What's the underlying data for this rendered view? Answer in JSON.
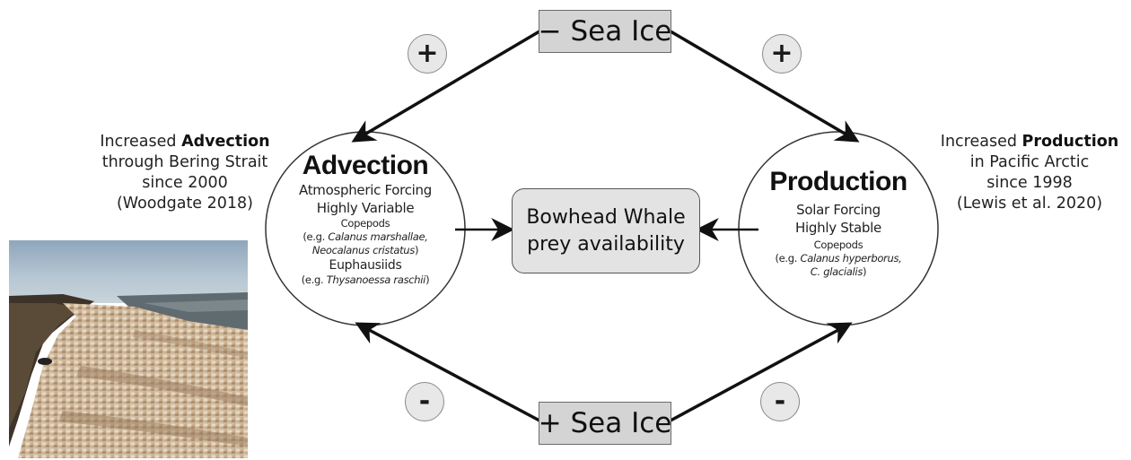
{
  "top_box": {
    "label": "− Sea Ice"
  },
  "bottom_box": {
    "label": "+ Sea Ice"
  },
  "signs": {
    "top_left": "+",
    "top_right": "+",
    "bottom_left": "-",
    "bottom_right": "-"
  },
  "advection_node": {
    "title": "Advection",
    "line1": "Atmospheric Forcing",
    "line2": "Highly Variable",
    "line3": "Copepods",
    "example1_prefix": "(e.g. ",
    "example1_species": "Calanus marshallae,",
    "example1_species2": "Neocalanus cristatus",
    "example1_suffix": ")",
    "line4": "Euphausiids",
    "example2_prefix": "(e.g. ",
    "example2_species": "Thysanoessa raschii",
    "example2_suffix": ")"
  },
  "production_node": {
    "title": "Production",
    "line1": "Solar Forcing",
    "line2": "Highly Stable",
    "line3": "Copepods",
    "example1_prefix": "(e.g. ",
    "example1_species": "Calanus hyperborus,",
    "example1_species2": "C. glacialis",
    "example1_suffix": ")"
  },
  "center": {
    "line1": "Bowhead Whale",
    "line2": "prey availability"
  },
  "left_note": {
    "line1_prefix": "Increased ",
    "line1_bold": "Advection",
    "line2": "through Bering Strait",
    "line3": "since 2000",
    "line4": "(Woodgate  2018)"
  },
  "right_note": {
    "line1_prefix": "Increased ",
    "line1_bold": "Production",
    "line2": "in Pacific Arctic",
    "line3": "since 1998",
    "line4": "(Lewis et al.  2020)"
  },
  "colors": {
    "arrow": "#111111",
    "box_fill": "#d4d4d4",
    "center_fill": "#e3e3e3",
    "sky": "#9fb6c8",
    "water": "#5d6a70",
    "shore": "#c9b49a"
  },
  "photo": {
    "subject": "beach-shore-photo"
  }
}
